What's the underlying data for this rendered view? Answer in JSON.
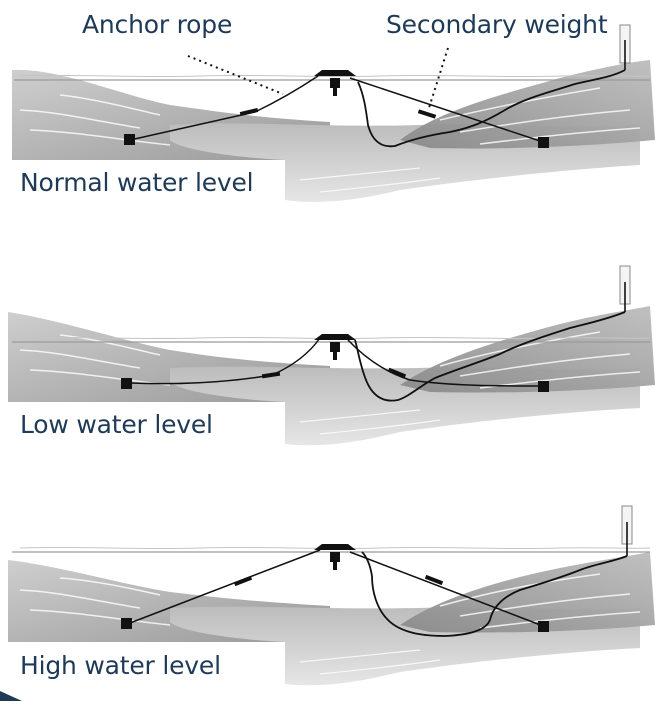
{
  "callouts": {
    "anchor_rope": "Anchor rope",
    "secondary_weight": "Secondary weight"
  },
  "panels": [
    {
      "id": "normal",
      "label": "Normal water level"
    },
    {
      "id": "low",
      "label": "Low water level"
    },
    {
      "id": "high",
      "label": "High water level"
    }
  ],
  "colors": {
    "label_text": "#1f3a57",
    "terrain_dark": "#8f8f8f",
    "terrain_mid": "#b5b5b5",
    "terrain_light": "#d9d9d9",
    "rope": "#111111"
  }
}
